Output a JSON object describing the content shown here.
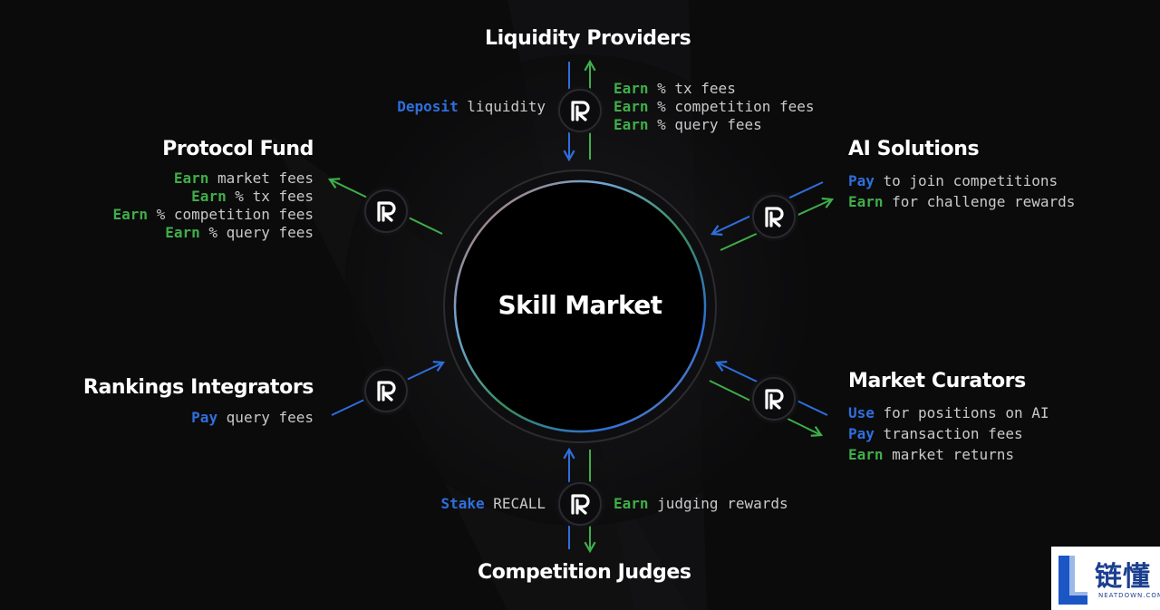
{
  "colors": {
    "earn_green": "#3fae49",
    "blue": "#2f6fdc",
    "background": "#0b0b0c"
  },
  "center": {
    "title": "Skill Market"
  },
  "nodes": {
    "liquidity_providers": {
      "title": "Liquidity Providers",
      "left_lines": [
        {
          "verb": "Deposit",
          "text": "liquidity"
        }
      ],
      "right_lines": [
        {
          "verb": "Earn",
          "text": "% tx fees"
        },
        {
          "verb": "Earn",
          "text": "% competition fees"
        },
        {
          "verb": "Earn",
          "text": "% query fees"
        }
      ]
    },
    "protocol_fund": {
      "title": "Protocol Fund",
      "lines": [
        {
          "verb": "Earn",
          "text": "market fees"
        },
        {
          "verb": "Earn",
          "text": "% tx fees"
        },
        {
          "verb": "Earn",
          "text": "% competition fees"
        },
        {
          "verb": "Earn",
          "text": "% query fees"
        }
      ]
    },
    "ai_solutions": {
      "title": "AI Solutions",
      "lines": [
        {
          "verb": "Pay",
          "text": "to join competitions"
        },
        {
          "verb": "Earn",
          "text": "for challenge rewards"
        }
      ]
    },
    "rankings_integrators": {
      "title": "Rankings Integrators",
      "lines": [
        {
          "verb": "Pay",
          "text": "query fees"
        }
      ]
    },
    "market_curators": {
      "title": "Market Curators",
      "lines": [
        {
          "verb": "Use",
          "text": "for positions on AI"
        },
        {
          "verb": "Pay",
          "text": "transaction fees"
        },
        {
          "verb": "Earn",
          "text": "market returns"
        }
      ]
    },
    "competition_judges": {
      "title": "Competition Judges",
      "left_lines": [
        {
          "verb": "Stake",
          "text": "RECALL"
        }
      ],
      "right_lines": [
        {
          "verb": "Earn",
          "text": "judging rewards"
        }
      ]
    }
  },
  "watermark": {
    "text": "链懂",
    "sub": "NEATDOWN.COM"
  }
}
